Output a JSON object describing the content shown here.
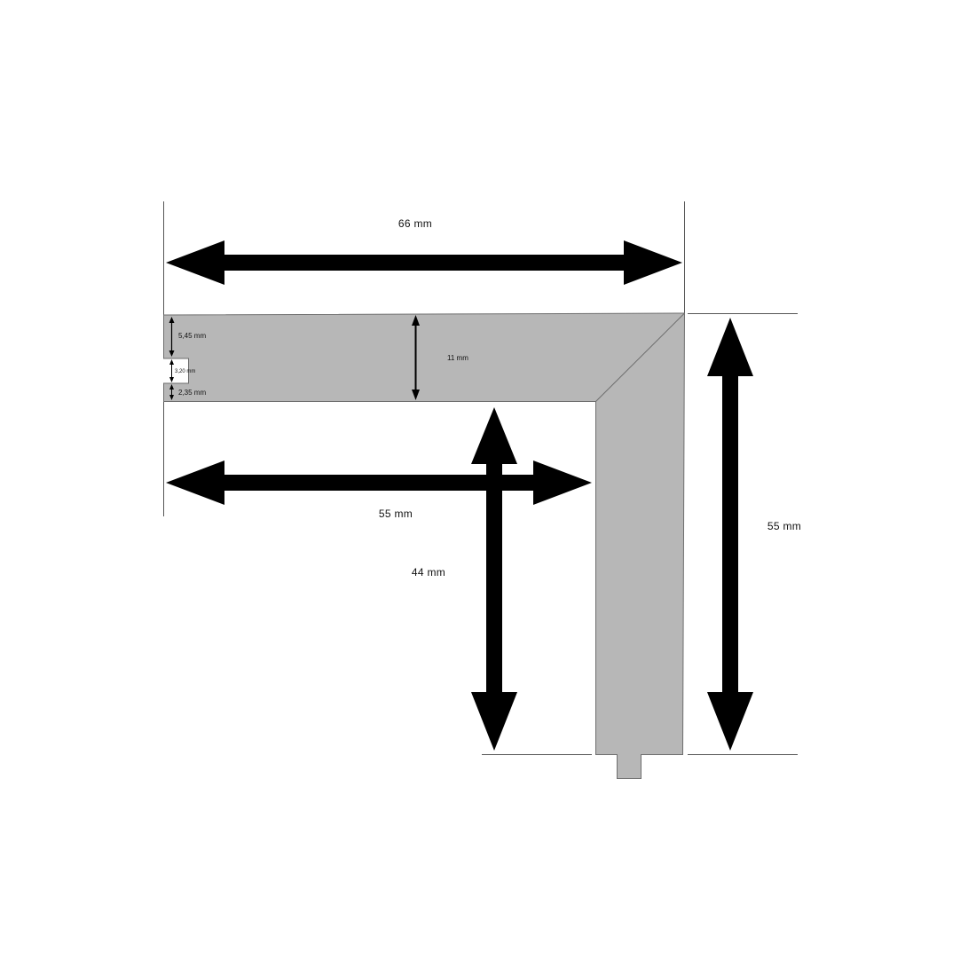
{
  "colors": {
    "profile_fill": "#b7b7b7",
    "profile_stroke": "#6e6e6e",
    "arrow": "#000000",
    "extension_line": "#555555",
    "background": "#ffffff"
  },
  "dimensions": {
    "overall_width": "66 mm",
    "inner_width": "55 mm",
    "overall_height": "55 mm",
    "inner_height": "44 mm",
    "profile_thickness": "11 mm",
    "rebate_top": "5,45 mm",
    "rebate_slot": "3,20 mm",
    "rebate_bottom": "2,35 mm"
  }
}
